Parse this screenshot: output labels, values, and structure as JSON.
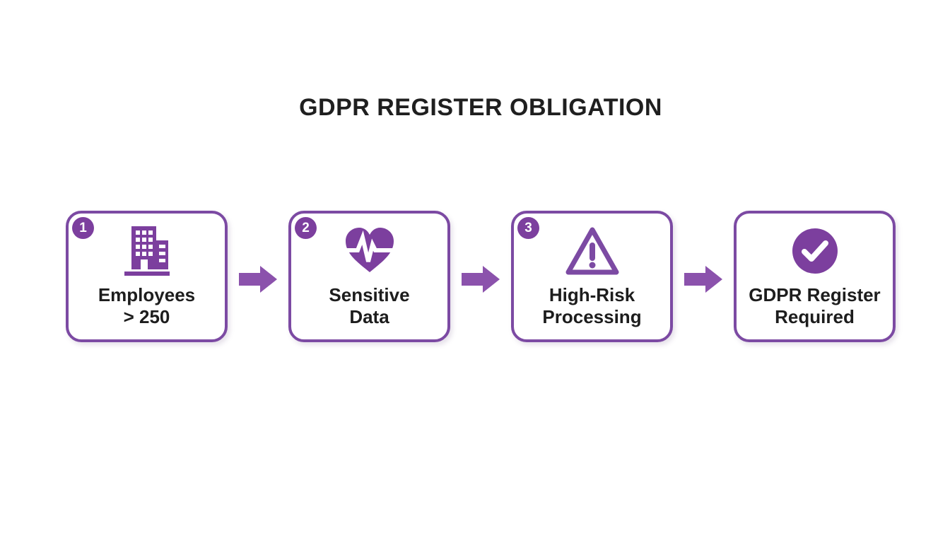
{
  "title": "GDPR REGISTER OBLIGATION",
  "colors": {
    "icon_purple": "#7c3f9e",
    "border_purple": "#7c4aa3",
    "arrow_purple": "#8b52ac",
    "text_dark": "#1d1d1d",
    "background": "#ffffff"
  },
  "steps": [
    {
      "number": "1",
      "icon": "building-icon",
      "line1": "Employees",
      "line2": "> 250"
    },
    {
      "number": "2",
      "icon": "heart-pulse-icon",
      "line1": "Sensitive",
      "line2": "Data"
    },
    {
      "number": "3",
      "icon": "warning-triangle-icon",
      "line1": "High-Risk",
      "line2": "Processing"
    },
    {
      "number": "",
      "icon": "check-circle-icon",
      "line1": "GDPR Register",
      "line2": "Required"
    }
  ]
}
